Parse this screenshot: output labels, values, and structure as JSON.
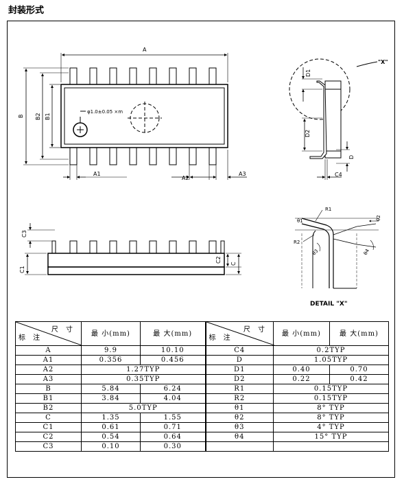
{
  "heading": "封装形式",
  "drawing_labels": {
    "A": "A",
    "B": "B",
    "B1": "B1",
    "B2": "B2",
    "A1": "A1",
    "A2": "A2",
    "A3": "A3",
    "C": "C",
    "C1": "C1",
    "C2": "C2",
    "C3": "C3",
    "C4": "C4",
    "D": "D",
    "D1": "D1",
    "D2": "D2",
    "R1": "R1",
    "R2": "R2",
    "t1": "θ1",
    "t2": "θ2",
    "t3": "θ3",
    "t4": "θ4",
    "pin1_note": "φ1.0±0.05 ×m",
    "x_label": "\"X\"",
    "detail_caption": "DETAIL \"X\""
  },
  "table": {
    "header": {
      "size_label": "尺 寸",
      "mark_label": "标 注",
      "min_label": "最 小(mm)",
      "max_label": "最 大(mm)"
    },
    "left_rows": [
      {
        "mark": "A",
        "min": "9.9",
        "max": "10.10"
      },
      {
        "mark": "A1",
        "min": "0.356",
        "max": "0.456"
      },
      {
        "mark": "A2",
        "span": "1.27TYP"
      },
      {
        "mark": "A3",
        "span": "0.35TYP"
      },
      {
        "mark": "B",
        "min": "5.84",
        "max": "6.24"
      },
      {
        "mark": "B1",
        "min": "3.84",
        "max": "4.04"
      },
      {
        "mark": "B2",
        "span": "5.0TYP"
      },
      {
        "mark": "C",
        "min": "1.35",
        "max": "1.55"
      },
      {
        "mark": "C1",
        "min": "0.61",
        "max": "0.71"
      },
      {
        "mark": "C2",
        "min": "0.54",
        "max": "0.64"
      },
      {
        "mark": "C3",
        "min": "0.10",
        "max": "0.30"
      }
    ],
    "right_rows": [
      {
        "mark": "C4",
        "span": "0.2TYP"
      },
      {
        "mark": "D",
        "span": "1.05TYP"
      },
      {
        "mark": "D1",
        "min": "0.40",
        "max": "0.70"
      },
      {
        "mark": "D2",
        "min": "0.22",
        "max": "0.42"
      },
      {
        "mark": "R1",
        "span": "0.15TYP"
      },
      {
        "mark": "R2",
        "span": "0.15TYP"
      },
      {
        "mark": "θ1",
        "span": "8° TYP"
      },
      {
        "mark": "θ2",
        "span": "8° TYP"
      },
      {
        "mark": "θ3",
        "span": "4° TYP"
      },
      {
        "mark": "θ4",
        "span": "15° TYP"
      },
      {
        "mark": "",
        "span": ""
      }
    ]
  }
}
